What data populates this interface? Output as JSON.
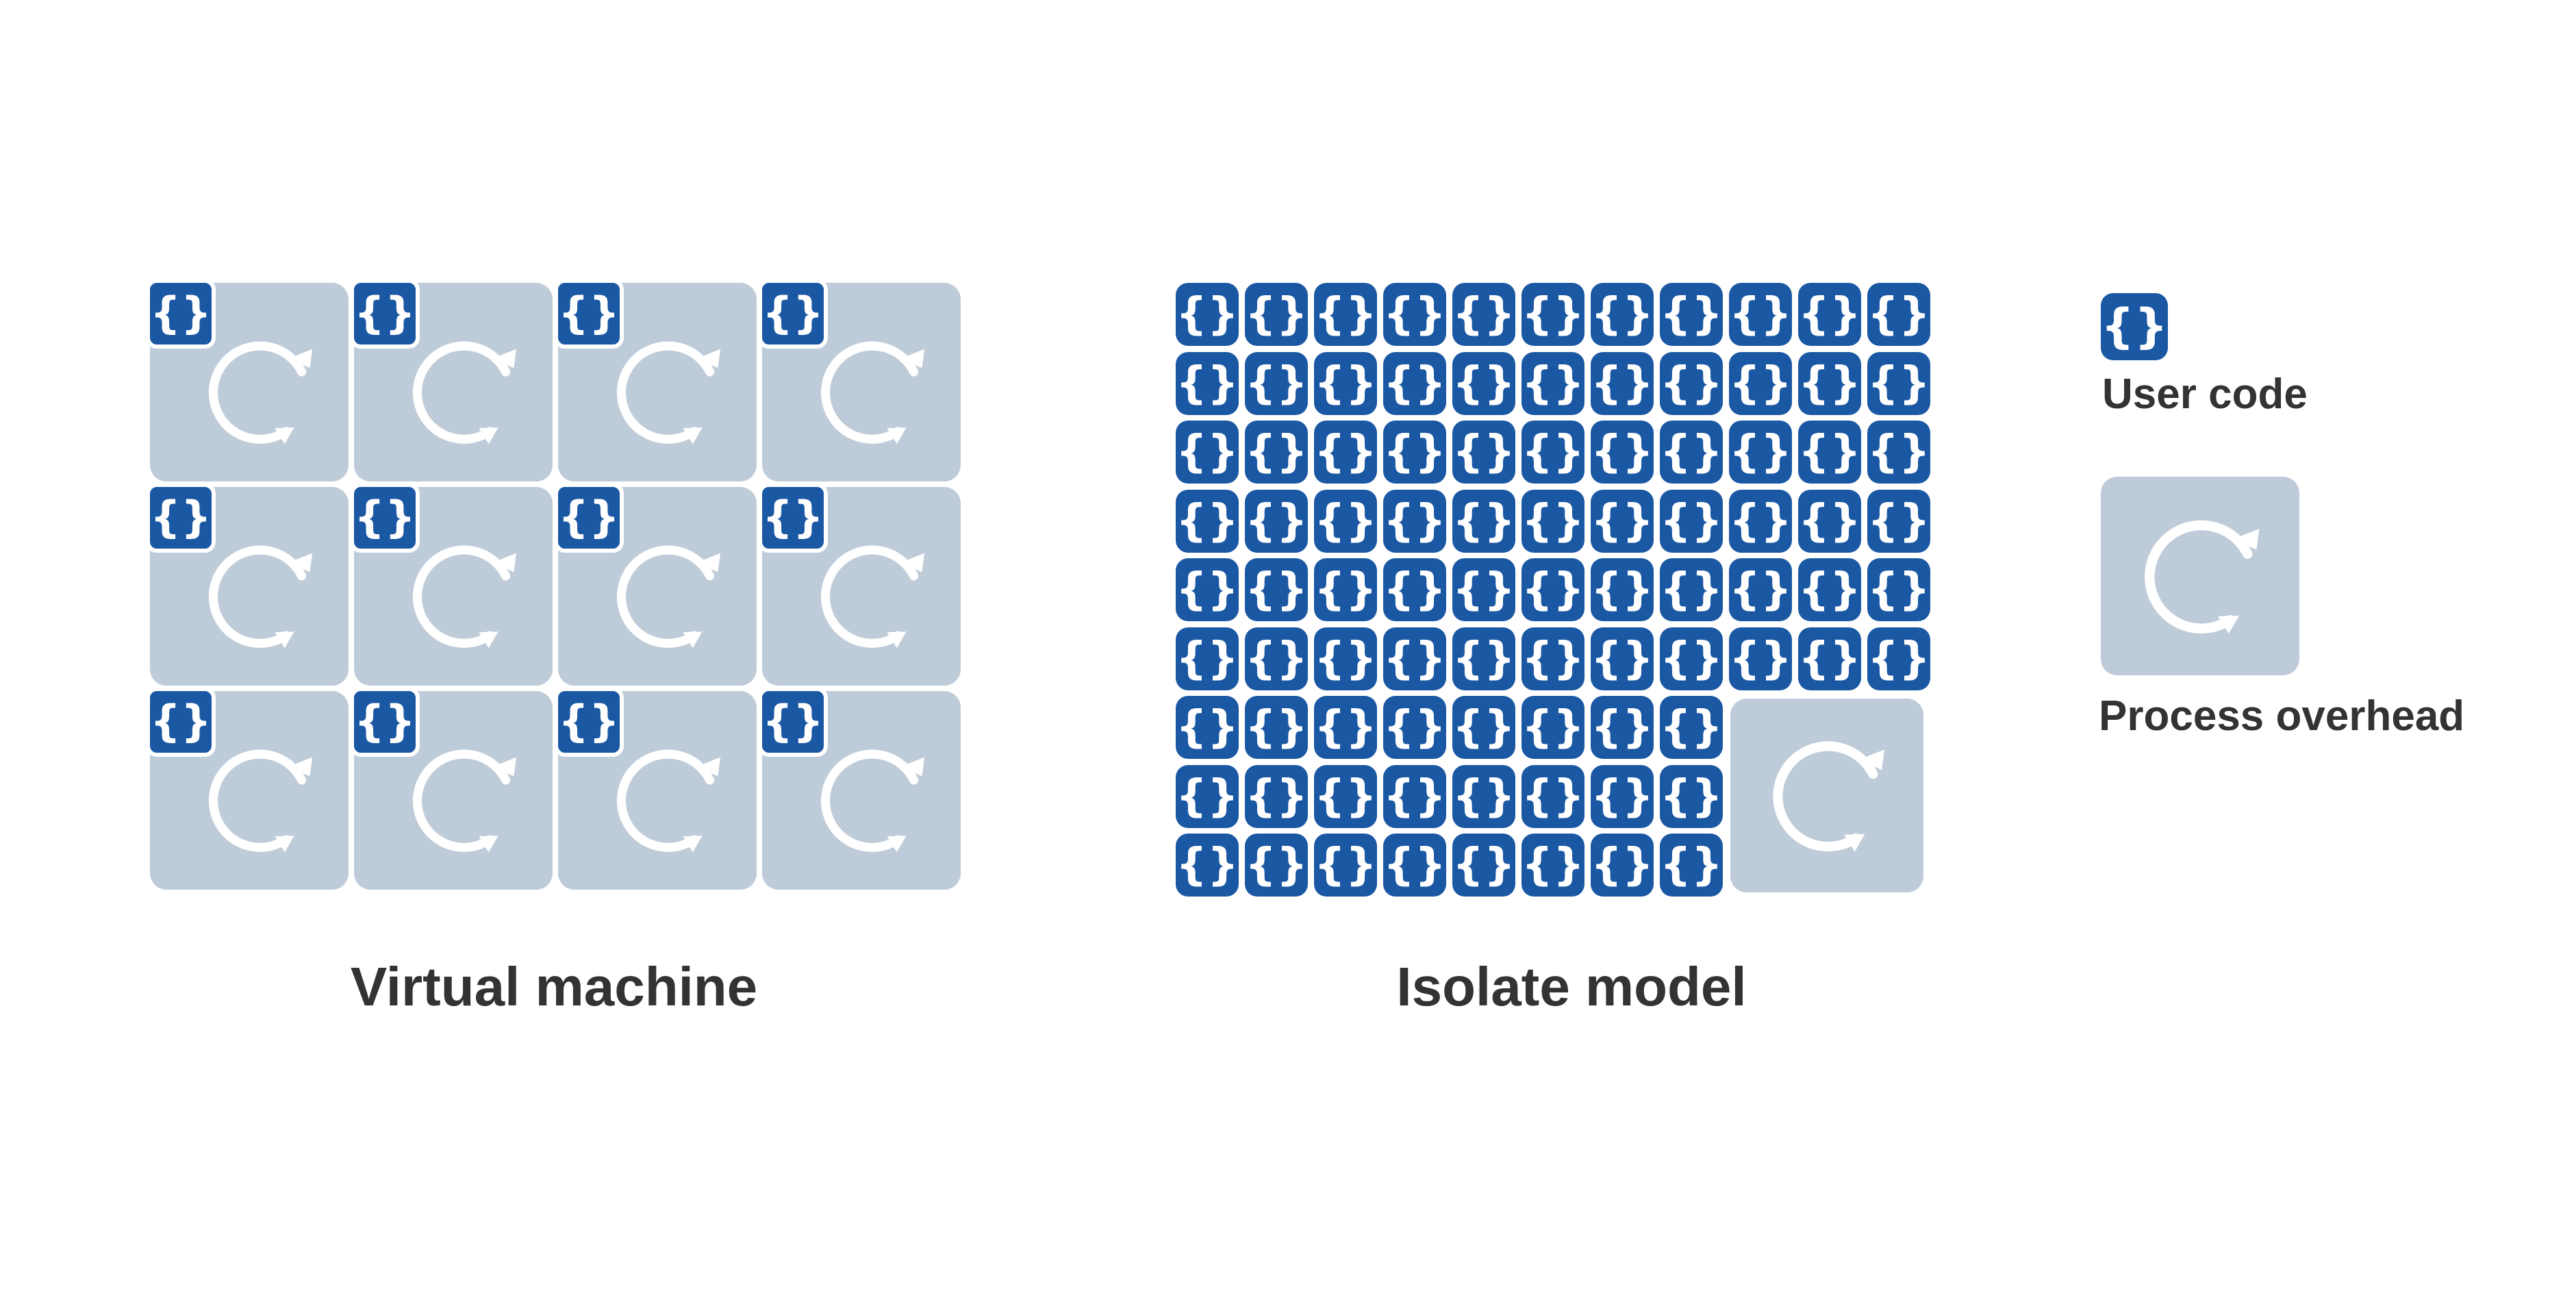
{
  "diagram": {
    "colors": {
      "user_code": "#1B58A3",
      "process_overhead": "#BECBD8",
      "text": "#333333",
      "background": "#FFFFFF"
    },
    "icons": {
      "user_code": "curly-braces-icon",
      "process_overhead": "refresh-cycle-icon"
    },
    "virtual_machine": {
      "caption": "Virtual machine",
      "rows": 3,
      "columns": 4
    },
    "isolate_model": {
      "caption": "Isolate model",
      "user_code_blocks": 90,
      "process_overhead_blocks": 1
    },
    "legend": {
      "user_code_label": "User code",
      "process_overhead_label": "Process overhead"
    }
  }
}
